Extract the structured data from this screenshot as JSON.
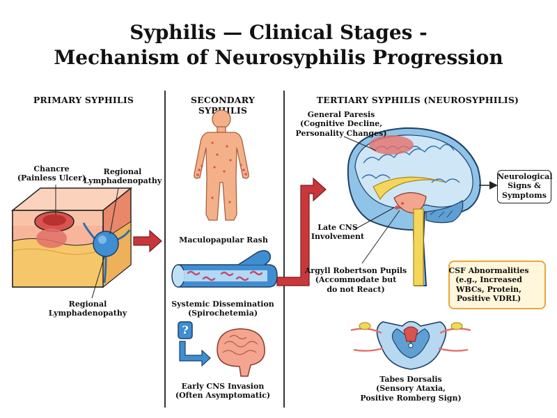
{
  "title": {
    "line1": "Syphilis — Clinical Stages -",
    "line2": "Mechanism of Neurosyphilis Progression"
  },
  "columns": {
    "primary": "PRIMARY SYPHILIS",
    "secondary": "SECONDARY SYPHILIS",
    "tertiary": "TERTIARY SYPHILIS (NEUROSYPHILIS)"
  },
  "primary": {
    "chancre": [
      "Chancre",
      "(Painless Ulcer)"
    ],
    "lymph_top": [
      "Regional",
      "Lymphadenopathy"
    ],
    "lymph_bottom": [
      "Regional",
      "Lymphadenopathy"
    ]
  },
  "secondary": {
    "rash": "Maculopapular Rash",
    "dissemination": [
      "Systemic Dissemination",
      "(Spirochetemia)"
    ],
    "cns_invasion": [
      "Early CNS Invasion",
      "(Often Asymptomatic)"
    ],
    "question_mark": "?"
  },
  "tertiary": {
    "paresis": [
      "General Paresis",
      "(Cognitive Decline,",
      "Personality Changes)"
    ],
    "late_cns": [
      "Late CNS",
      "Involvement"
    ],
    "argyll": [
      "Argyll Robertson Pupils",
      "(Accommodate but",
      "do not React)"
    ],
    "neuro_signs": [
      "Neurological",
      "Signs &",
      "Symptoms"
    ],
    "csf": [
      "CSF Abnormalities",
      "(e.g., Increased",
      "WBCs, Protein,",
      "Positive VDRL)"
    ],
    "tabes": [
      "Tabes Dorsalis",
      "(Sensory Ataxia,",
      "Positive Romberg Sign)"
    ]
  },
  "colors": {
    "arrow_red": "#c8383a",
    "skin": "#f4b189",
    "vessel_blue": "#3f8ed1",
    "brain_blue": "#8fc3e8",
    "brain_pink": "#f3a58f",
    "csf_border": "#e7a63a"
  }
}
